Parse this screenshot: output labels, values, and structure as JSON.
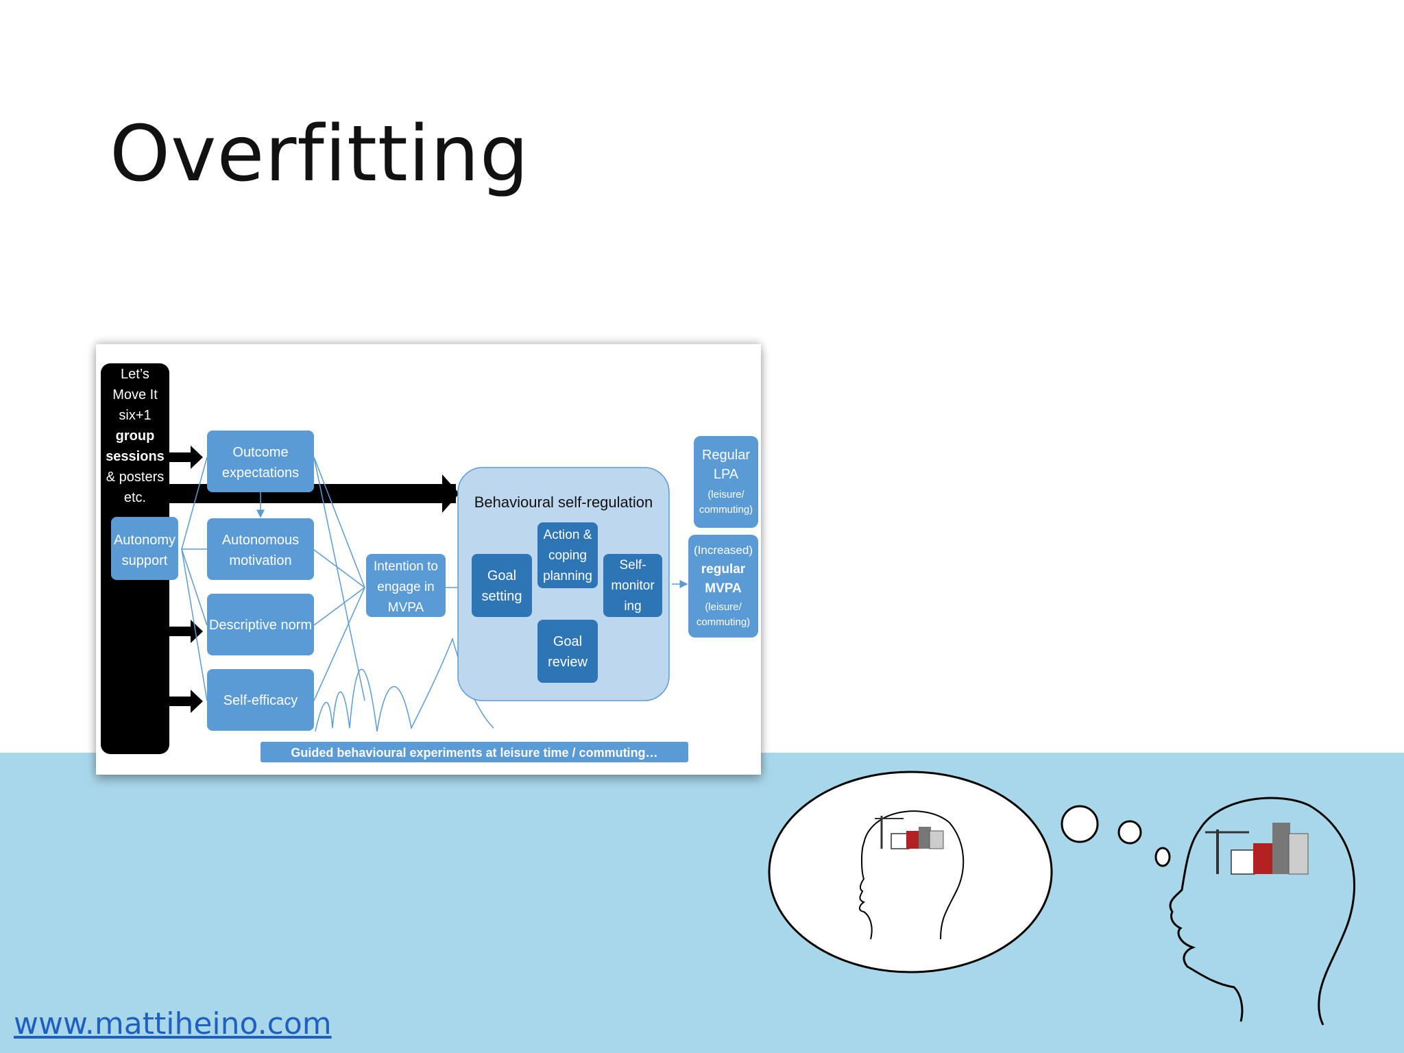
{
  "slide": {
    "title": "Overfitting",
    "url": "www.mattiheino.com"
  },
  "diagram": {
    "left_bar": [
      "Let’s",
      "Move It",
      "six+1",
      "group",
      "sessions",
      "& posters",
      "etc."
    ],
    "autonomy_support": [
      "Autonomy",
      "support"
    ],
    "outcome_expectations": [
      "Outcome",
      "expectations"
    ],
    "autonomous_motivation": [
      "Autonomous",
      "motivation"
    ],
    "descriptive_norm": "Descriptive norm",
    "self_efficacy": "Self-efficacy",
    "intention": [
      "Intention to",
      "engage in",
      "MVPA"
    ],
    "self_regulation_title": "Behavioural self-regulation",
    "goal_setting": [
      "Goal",
      "setting"
    ],
    "action_coping": [
      "Action &",
      "coping",
      "planning"
    ],
    "self_monitoring": [
      "Self-",
      "monitor",
      "ing"
    ],
    "goal_review": [
      "Goal",
      "review"
    ],
    "regular_lpa": [
      "Regular",
      "LPA",
      "(leisure/",
      "commuting)"
    ],
    "regular_mvpa": [
      "(Increased)",
      "regular",
      "MVPA",
      "(leisure/",
      "commuting)"
    ],
    "guided_experiments": "Guided behavioural experiments at leisure time / commuting…"
  },
  "colors": {
    "band": "#a9d7ea",
    "box": "#5b9bd5",
    "box_dark": "#2e75b6",
    "region": "#bdd7ee",
    "link": "#1f5fbf"
  }
}
